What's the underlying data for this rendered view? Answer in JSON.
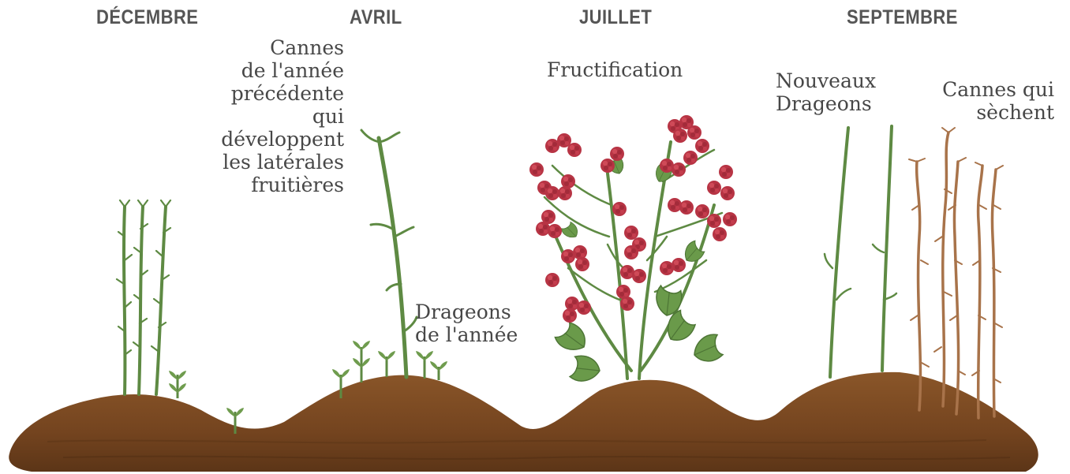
{
  "months": {
    "m1": "DÉCEMBRE",
    "m2": "AVRIL",
    "m3": "JUILLET",
    "m4": "SEPTEMBRE"
  },
  "captions": {
    "previous_canes": "Cannes\nde l'année\nprécédente\nqui\ndéveloppent\nles latérales\nfruitières",
    "suckers_year": "Drageons\nde l'année",
    "fruiting": "Fructification",
    "new_suckers": "Nouveaux\nDrageons",
    "drying_canes": "Cannes qui\nsèchent"
  },
  "colors": {
    "soil": "#7a4a24",
    "soil_dark": "#5c3517",
    "stem": "#5e8a43",
    "leaf": "#6f9c4e",
    "berry": "#b73444",
    "dry_cane": "#a8734a",
    "text": "#474747",
    "month_text": "#555555"
  }
}
